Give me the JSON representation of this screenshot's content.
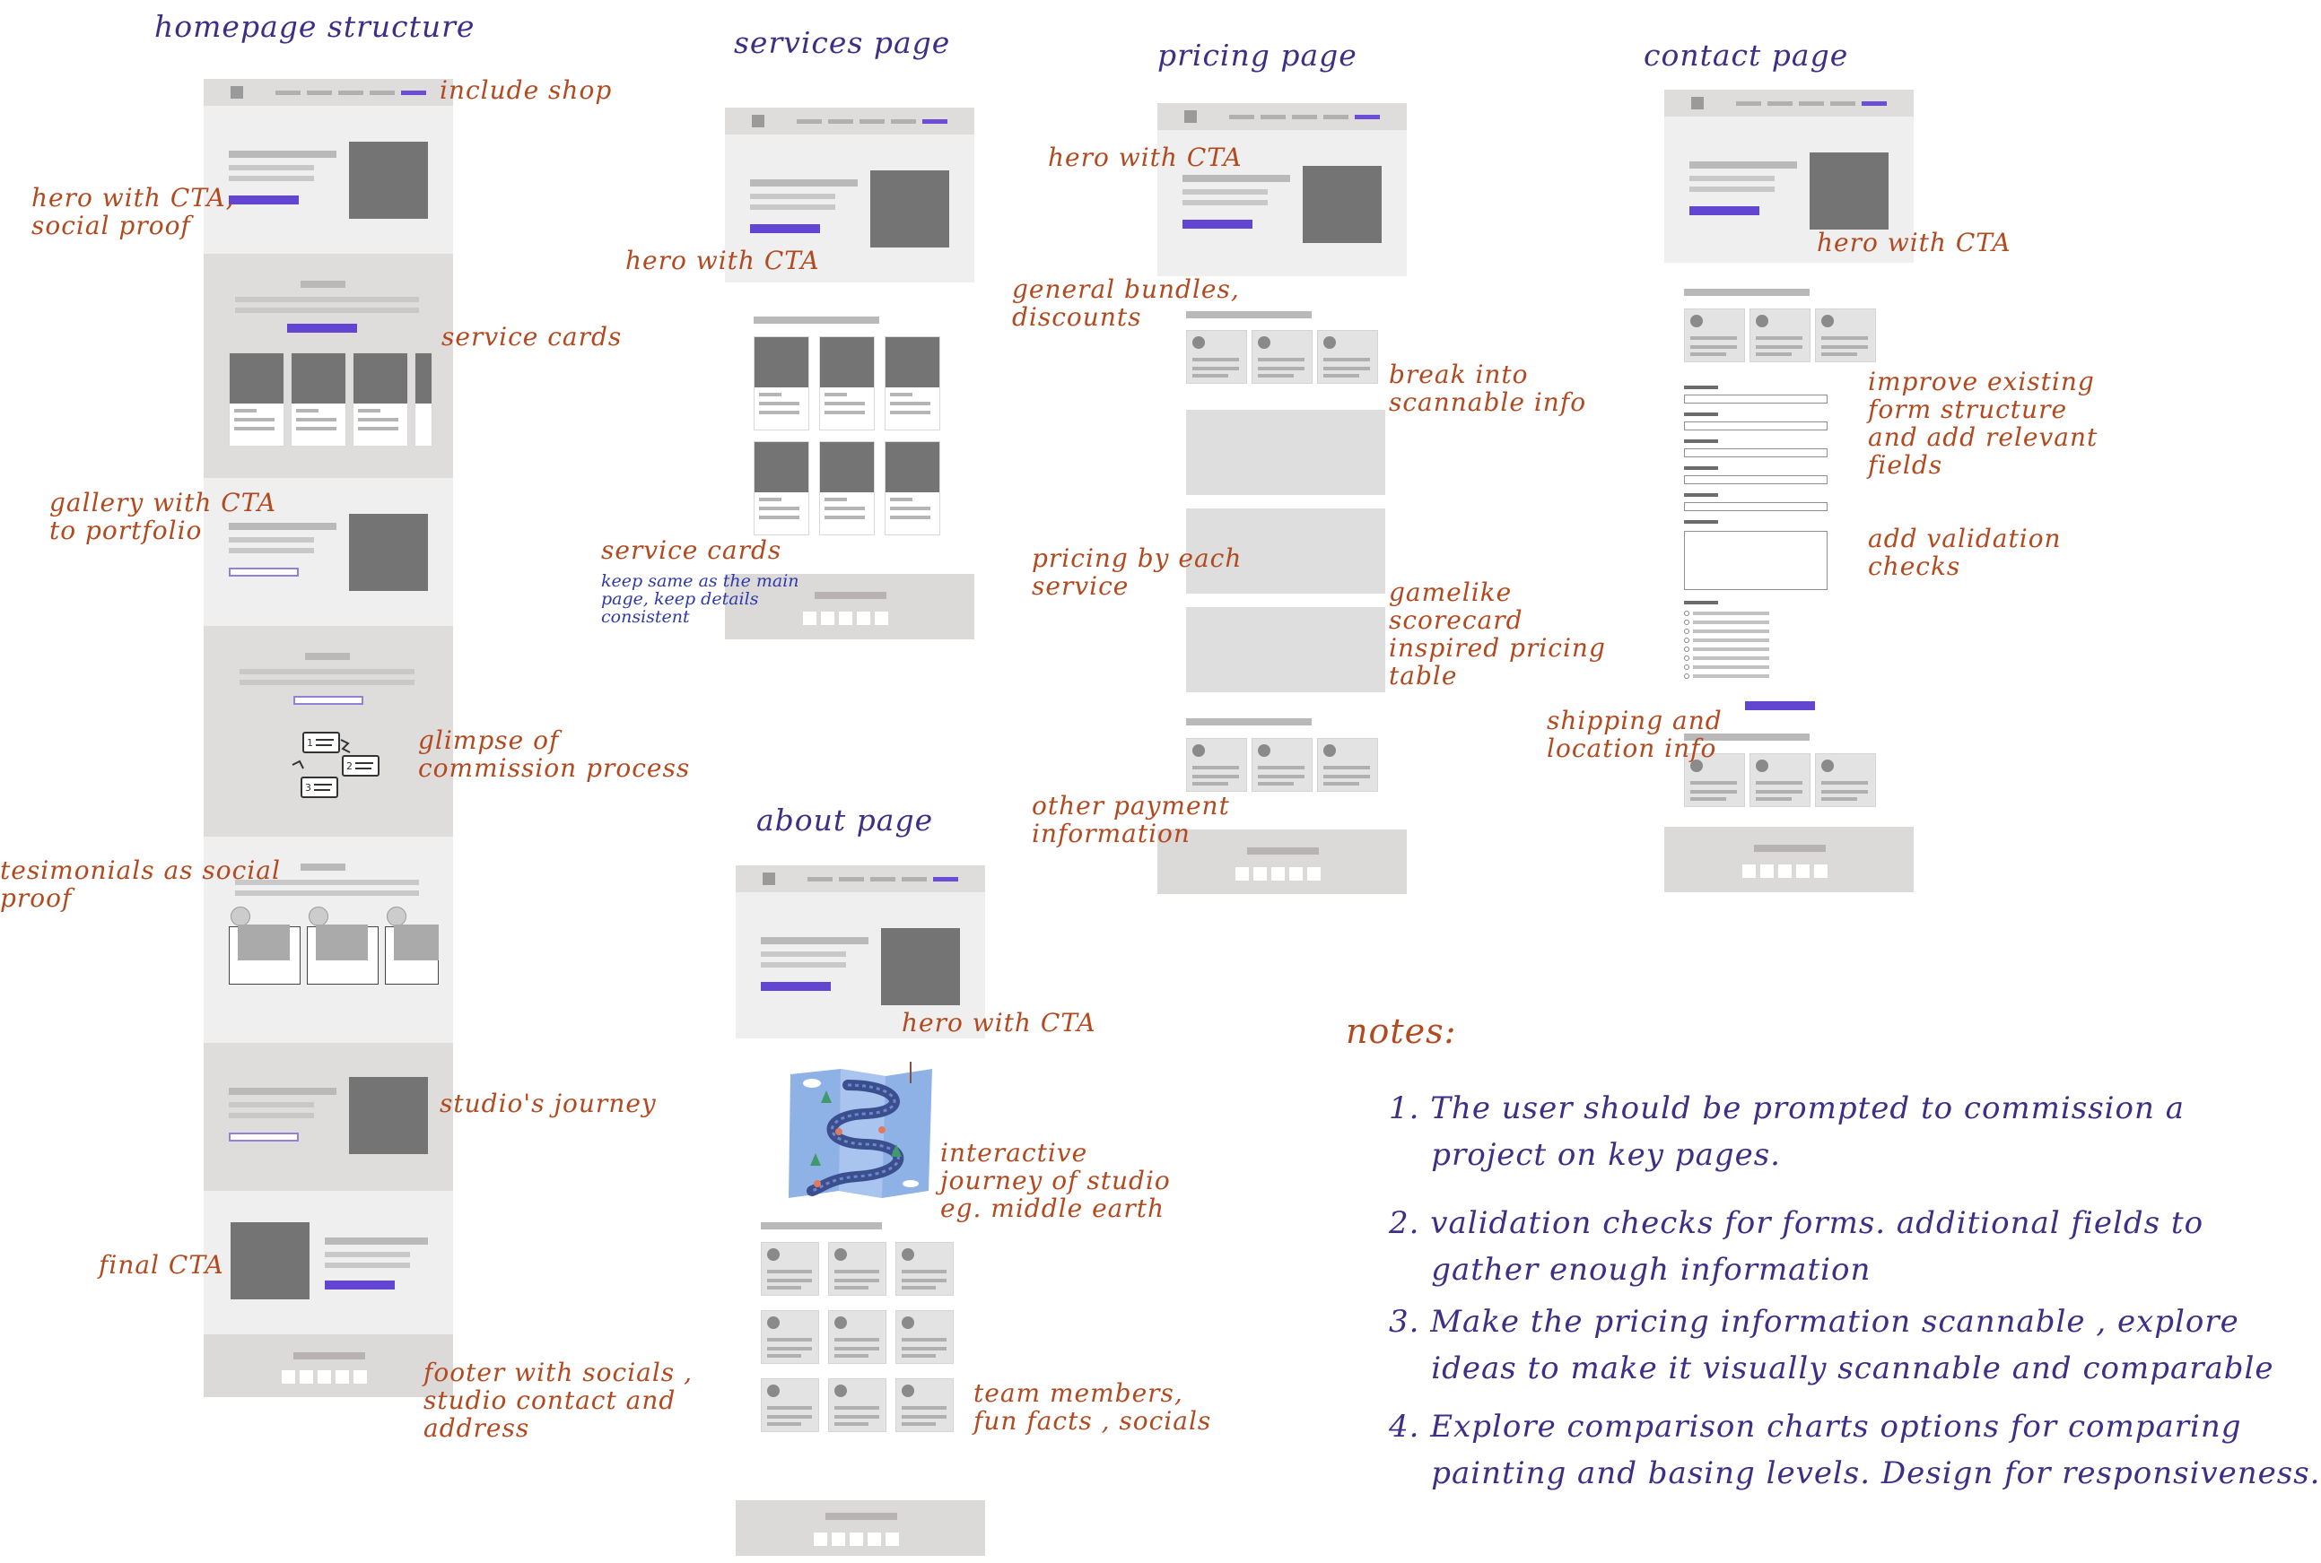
{
  "titles": {
    "homepage": "homepage structure",
    "services": "services page",
    "pricing": "pricing page",
    "contact": "contact page",
    "about": "about page"
  },
  "homepage_annotations": {
    "include_shop": "include shop",
    "hero": "hero with CTA,\nsocial proof",
    "service_cards": "service cards",
    "gallery": "gallery with CTA\nto portfolio",
    "commission": "glimpse of\ncommission process",
    "testimonials": "tesimonials as social\nproof",
    "journey": "studio's journey",
    "final_cta": "final CTA",
    "footer": "footer with socials ,\nstudio contact and\naddress"
  },
  "services_annotations": {
    "hero": "hero with CTA",
    "service_cards": "service cards",
    "service_cards_note": "keep same as the main\npage, keep details\nconsistent"
  },
  "pricing_annotations": {
    "hero": "hero with CTA",
    "bundles": "general bundles,\ndiscounts",
    "scannable": "break into\nscannable info",
    "by_service": "pricing by each\nservice",
    "gamelike": "gamelike\nscorecard\ninspired pricing\ntable",
    "payment": "other payment\ninformation"
  },
  "contact_annotations": {
    "hero": "hero with CTA",
    "form": "improve existing\nform structure\nand add relevant\nfields",
    "validation": "add validation\nchecks",
    "shipping": "shipping and\nlocation info"
  },
  "about_annotations": {
    "hero": "hero with CTA",
    "journey": "interactive\njourney of studio\neg. middle earth",
    "team": "team members,\nfun facts , socials"
  },
  "notes": {
    "heading": "notes:",
    "items": [
      "1. The user should be prompted to commission a\n    project on key pages.",
      "2. validation checks for forms. additional fields to\n    gather enough information",
      "3. Make the pricing information scannable , explore\n    ideas to make it visually scannable and comparable",
      "4. Explore comparison charts options for comparing\n    painting and basing levels. Design for responsiveness."
    ]
  },
  "colors": {
    "title_purple": "#3b2f86",
    "annotation_orange": "#b34a1f",
    "accent_button": "#6245d1",
    "placeholder_image": "#747474"
  }
}
